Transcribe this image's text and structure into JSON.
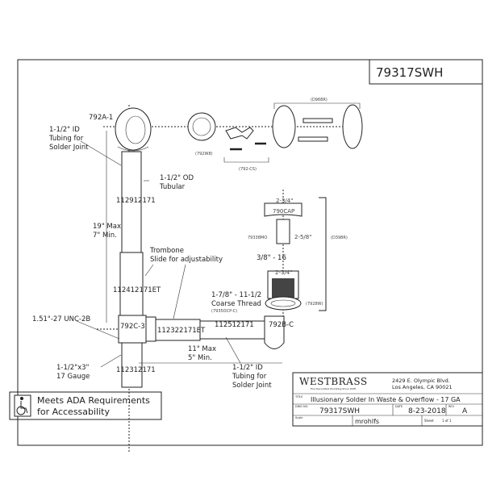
{
  "drawing_number_box": "79317SWH",
  "labels": {
    "overflow_plate_part": "792A-1",
    "tubing_solder_top": [
      "1-1/2\" ID",
      "Tubing for",
      "Solder Joint"
    ],
    "od_tubular": [
      "1-1/2\" OD",
      "Tubular"
    ],
    "vertical_tube_part": "112912171",
    "height_dim": [
      "19\" Max",
      "7\" Min."
    ],
    "trombone": [
      "Trombone",
      "Slide for adjustability"
    ],
    "trombone_part": "112412171ET",
    "tee_thread": "1.51\"-27 UNC-2B",
    "tee_part": "792C-3",
    "slide_part": "112322171ET",
    "horizontal_tube_part": "112512171",
    "waste_elbow_part": "792B-C",
    "tailpiece_size": [
      "1-1/2\"x3\"",
      "17 Gauge"
    ],
    "tailpiece_part": "112312171",
    "length_dim": [
      "11\" Max",
      "5\" Min."
    ],
    "tubing_solder_bottom": [
      "1-1/2\" ID",
      "Tubing for",
      "Solder Joint"
    ],
    "washer_part": "(792W8)",
    "clip_part": "(792-CS)",
    "overflow_kit": "(D968R)",
    "cap_width": "2-3/4\"",
    "cap_part": "790CAP",
    "stopper_part": "79338MO",
    "stopper_height": "2-5/8\"",
    "stud_thread": "3/8\" - 16",
    "drain_kit": "(D398R)",
    "body_width": "2-3/4\"",
    "coarse_thread": [
      "1-7/8\" - 11-1/2",
      "Coarse Thread"
    ],
    "coarse_thread_part": "(7935OCP-C)",
    "gasket_part": "(7928W)"
  },
  "ada": {
    "icon": "wheelchair-icon",
    "text": [
      "Meets  ADA Requirements",
      "for Accessability"
    ]
  },
  "title_block": {
    "brand": "WESTBRASS",
    "tagline": "Fine Decorative Plumbing Since 1938",
    "address": [
      "2429 E. Olympic Blvd.",
      "Los Angeles, CA 90021"
    ],
    "title_label": "TITLE",
    "title": "Illusionary Solder In Waste & Overflow - 17 GA",
    "dwg_label": "DWG NO.",
    "dwg_no": "79317SWH",
    "date_label": "DATE",
    "date": "8-23-2018",
    "rev_label": "REV",
    "rev": "A",
    "scale_label": "Scale",
    "author": "mrohlfs",
    "sheet_label": "Sheet",
    "sheet": "1  of  1"
  }
}
